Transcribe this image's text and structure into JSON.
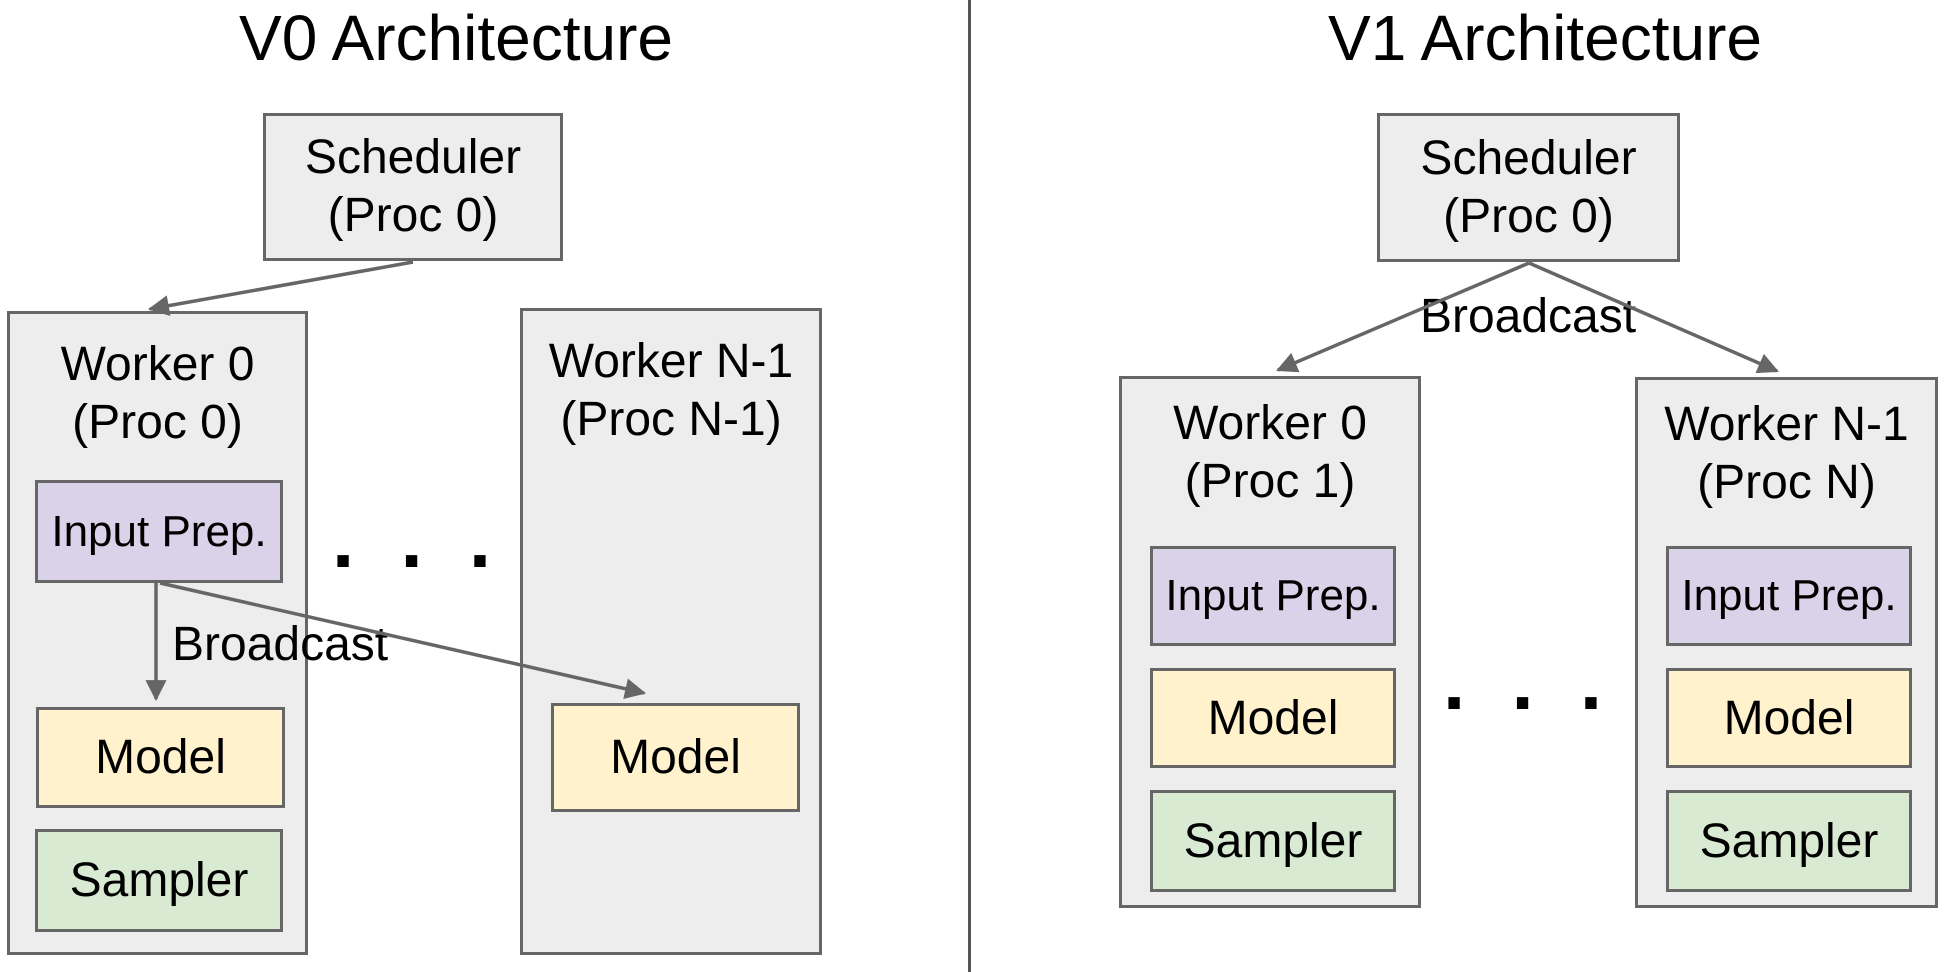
{
  "left_panel": {
    "title": "V0 Architecture",
    "scheduler": {
      "line1": "Scheduler",
      "line2": "(Proc 0)"
    },
    "worker0": {
      "line1": "Worker 0",
      "line2": "(Proc 0)",
      "input_prep": "Input Prep.",
      "model": "Model",
      "sampler": "Sampler"
    },
    "workerN": {
      "line1": "Worker N-1",
      "line2": "(Proc N-1)",
      "model": "Model"
    },
    "broadcast": "Broadcast",
    "ellipsis": ". . ."
  },
  "right_panel": {
    "title": "V1 Architecture",
    "scheduler": {
      "line1": "Scheduler",
      "line2": "(Proc 0)"
    },
    "broadcast": "Broadcast",
    "worker0": {
      "line1": "Worker 0",
      "line2": "(Proc 1)",
      "input_prep": "Input Prep.",
      "model": "Model",
      "sampler": "Sampler"
    },
    "workerN": {
      "line1": "Worker N-1",
      "line2": "(Proc N)",
      "input_prep": "Input Prep.",
      "model": "Model",
      "sampler": "Sampler"
    },
    "ellipsis": ". . ."
  },
  "colors": {
    "box_fill_gray": "#ededed",
    "box_border": "#666666",
    "input_prep_fill": "#d9d2e9",
    "model_fill": "#fff2cc",
    "sampler_fill": "#d9ead3",
    "arrow": "#666666",
    "divider": "#555555",
    "text": "#000000"
  }
}
